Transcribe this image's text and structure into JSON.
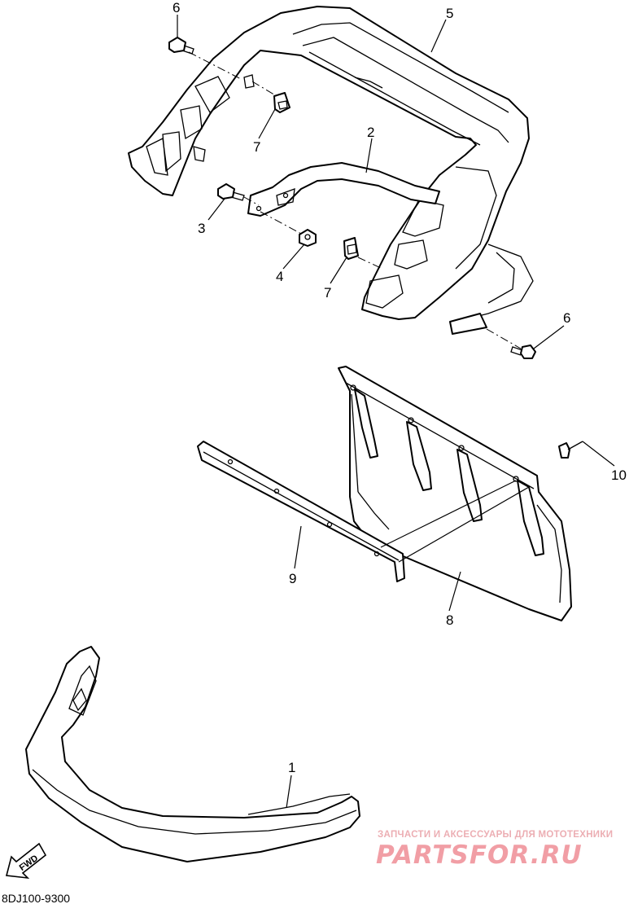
{
  "callouts": {
    "c1": "1",
    "c2": "2",
    "c3": "3",
    "c4": "4",
    "c5": "5",
    "c6_top": "6",
    "c6_right": "6",
    "c7_upper": "7",
    "c7_lower": "7",
    "c8": "8",
    "c9": "9",
    "c10": "10"
  },
  "diagram_code": "8DJ100-9300",
  "direction_badge": "FWD",
  "watermark": {
    "tagline": "ЗАПЧАСТИ И АКСЕССУАРЫ ДЛЯ МОТОТЕХНИКИ",
    "site": "PARTSFOR.RU"
  }
}
